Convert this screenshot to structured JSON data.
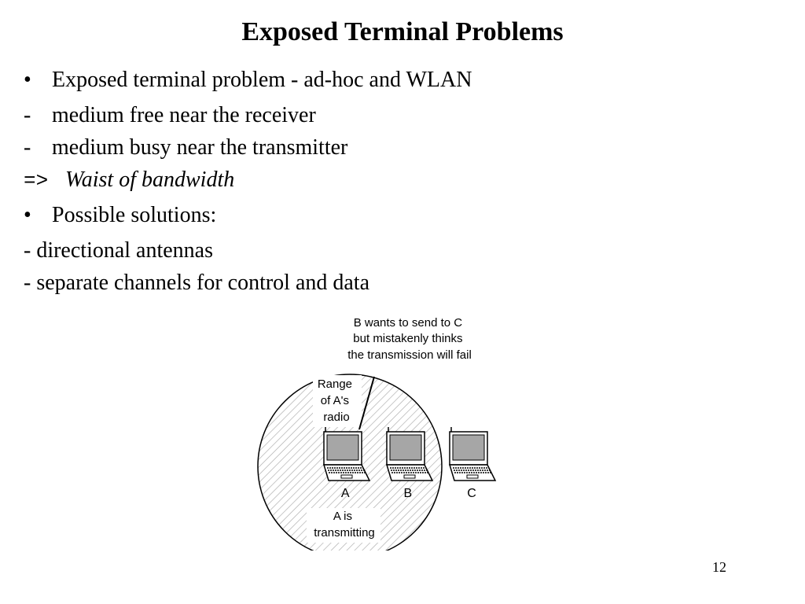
{
  "slide": {
    "title": "Exposed Terminal Problems",
    "bullet1": "Exposed terminal problem - ad-hoc and WLAN",
    "sub1": "medium free near the receiver",
    "sub2": "medium busy near the transmitter",
    "arrow": "=>",
    "conclusion": "Waist of bandwidth",
    "bullet2": "Possible solutions:",
    "sol1": "- directional antennas",
    "sol2": "- separate channels for control and data",
    "bullet_glyph": "•",
    "dash_glyph": "-",
    "page_number": "12"
  },
  "figure": {
    "caption_top": [
      "B wants to send to C",
      "but mistakenly thinks",
      "the transmission will fail"
    ],
    "range_label": [
      "Range",
      "of A's",
      "radio"
    ],
    "node_labels": [
      "A",
      "B",
      "C"
    ],
    "bottom_label": [
      "A is",
      "transmitting"
    ]
  }
}
